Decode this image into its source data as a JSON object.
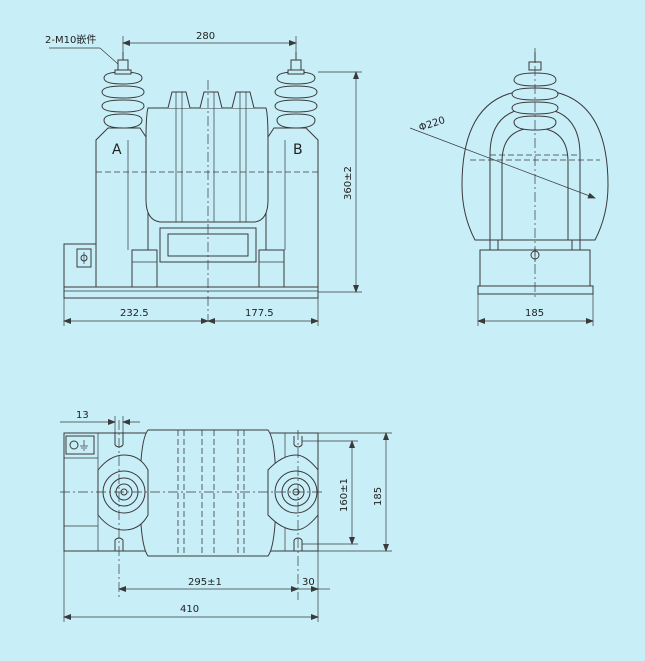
{
  "labels": {
    "bolt": "2-M10嵌件",
    "terminal_a": "A",
    "terminal_b": "B",
    "top_width": "280",
    "height": "360±2",
    "left_offset": "232.5",
    "right_offset": "177.5",
    "diameter": "Φ220",
    "side_width": "185",
    "hole_offset": "13",
    "hole_spacing_v": "160±1",
    "plan_depth": "185",
    "hole_spacing_h": "295±1",
    "edge_offset": "30",
    "overall_length": "410"
  },
  "colors": {
    "background": "#c8eef8",
    "line": "#3a3a3a"
  }
}
